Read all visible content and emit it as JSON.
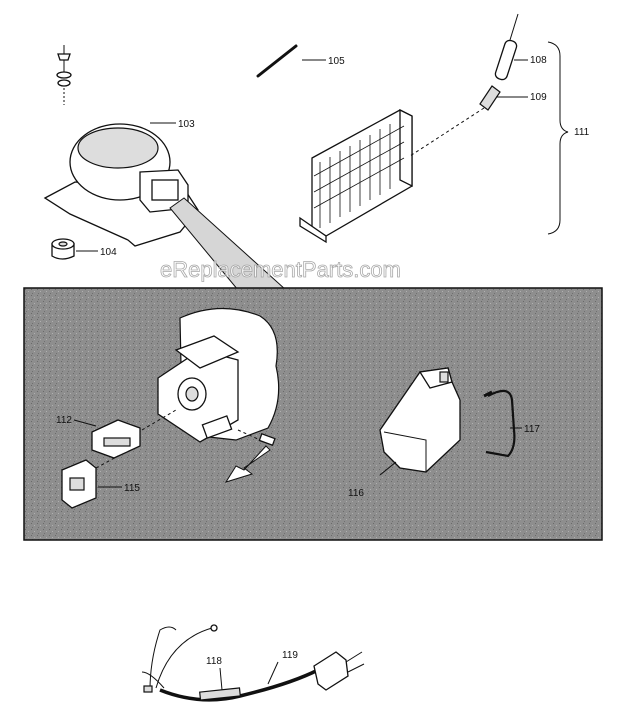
{
  "watermark": "eReplacementParts.com",
  "labels": {
    "p103": "103",
    "p104": "104",
    "p105": "105",
    "p108": "108",
    "p109": "109",
    "p111": "111",
    "p112": "112",
    "p115": "115",
    "p116": "116",
    "p117": "117",
    "p118": "118",
    "p119": "119"
  },
  "colors": {
    "detail_panel": "#8c8c8c",
    "line": "#111111",
    "background": "#ffffff"
  }
}
